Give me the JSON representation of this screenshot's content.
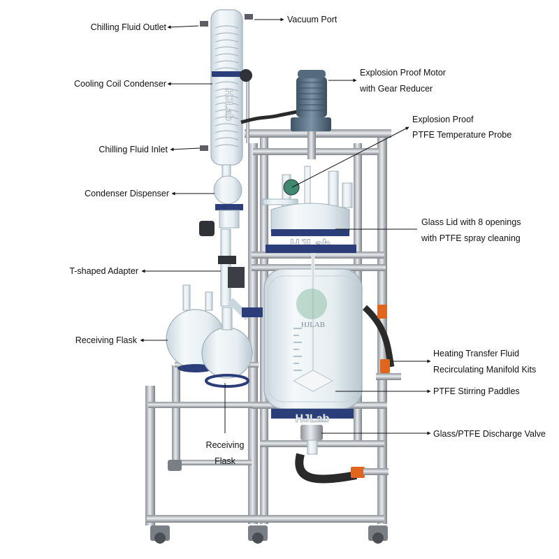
{
  "labels": {
    "chilling_fluid_outlet": "Chilling Fluid Outlet",
    "vacuum_port": "Vacuum Port",
    "cooling_coil_condenser": "Cooling Coil Condenser",
    "motor_line1": "Explosion Proof Motor",
    "motor_line2": "with Gear Reducer",
    "probe_line1": "Explosion Proof",
    "probe_line2": "PTFE Temperature Probe",
    "chilling_fluid_inlet": "Chilling Fluid Inlet",
    "condenser_dispenser": "Condenser Dispenser",
    "lid_line1": "Glass Lid with 8 openings",
    "lid_line2": "with PTFE spray cleaning",
    "t_adapter": "T-shaped Adapter",
    "receiving_flask": "Receiving Flask",
    "heating_line1": "Heating Transfer Fluid",
    "heating_line2": "Recirculating Manifold Kits",
    "stirring_paddles": "PTFE Stirring Paddles",
    "receiving_flask2_line1": "Receiving",
    "receiving_flask2_line2": "Flask",
    "discharge_valve": "Glass/PTFE Discharge Valve"
  },
  "brand": {
    "condenser_mark": "HJLab",
    "lid_mark": "HJLab",
    "vessel_mark": "HJLAB",
    "base_mark": "HJLab"
  },
  "colors": {
    "frame": "#b8bcc2",
    "glass": "#dfe9ef",
    "motor": "#5e7588",
    "ring": "#2c3e7a",
    "hose": "#2a2a2a",
    "valve_orange": "#e0651f"
  }
}
